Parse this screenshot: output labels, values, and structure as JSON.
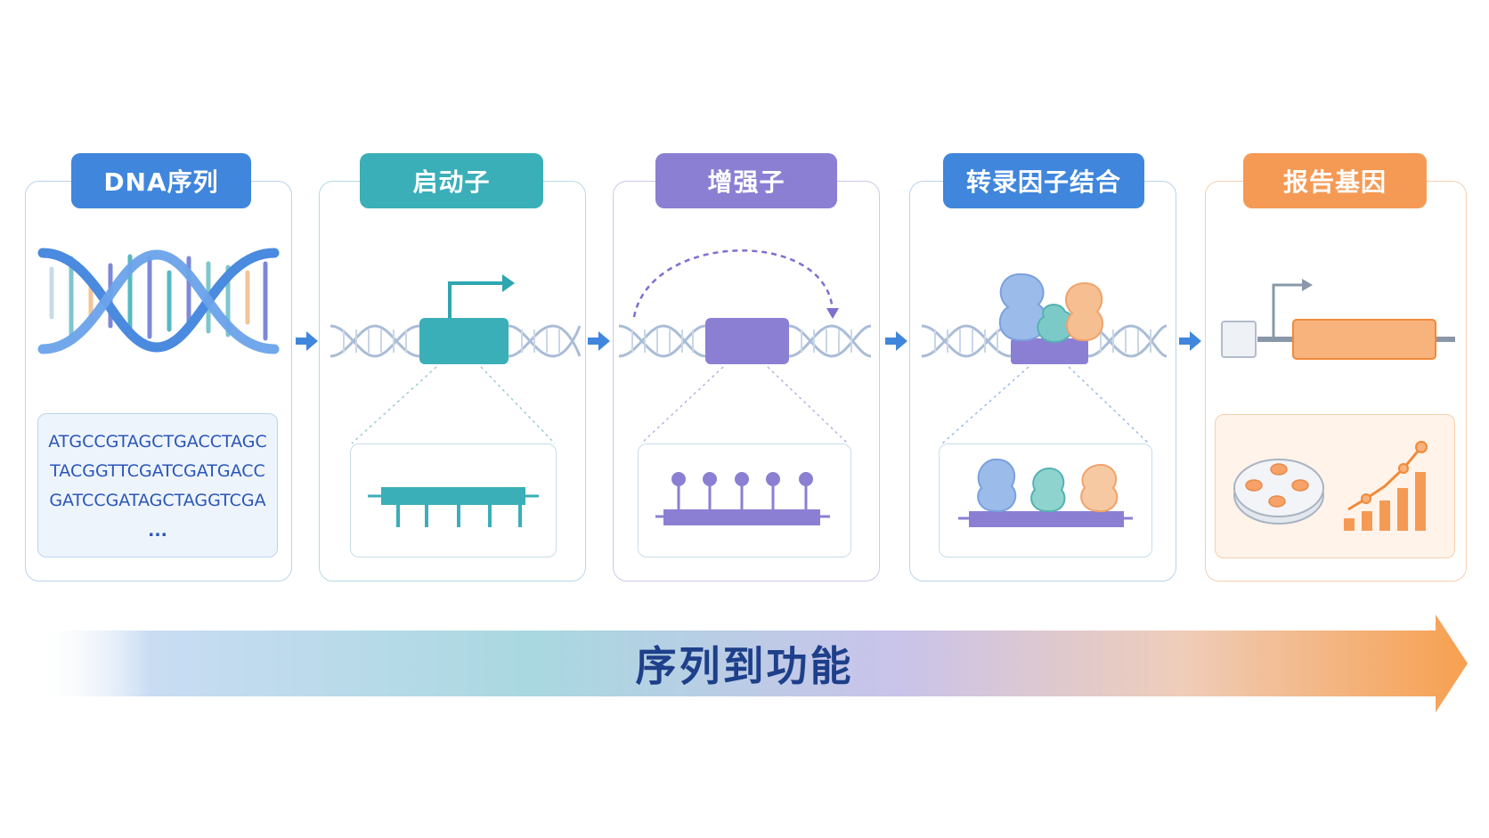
{
  "steps": [
    {
      "label": "DNA序列",
      "color": "#3f86dc"
    },
    {
      "label": "启动子",
      "color": "#3aafb8"
    },
    {
      "label": "增强子",
      "color": "#8b7fd3"
    },
    {
      "label": "转录因子结合",
      "color": "#3f86dc"
    },
    {
      "label": "报告基因",
      "color": "#f59a55"
    }
  ],
  "sequence": {
    "lines": [
      "ATGCCGTAGCTGACCTAGC",
      "TACGGTTCGATCGATGACC",
      "GATCCGATAGCTAGGTCGA"
    ],
    "ellipsis": "..."
  },
  "flow_label": "序列到功能",
  "colors": {
    "blue": "#3f86dc",
    "teal": "#3aafb8",
    "purple": "#8b7fd3",
    "orange": "#f59a55",
    "dark_blue": "#1e3f8a"
  }
}
